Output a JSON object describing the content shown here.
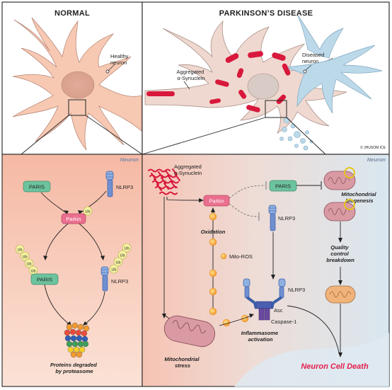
{
  "panels": {
    "normal_title": "NORMAL",
    "pd_title": "PARKINSON’S DISEASE",
    "corner_left": "Neuron",
    "corner_right": "Neuron"
  },
  "top": {
    "healthy_neuron": [
      "Healthy",
      "neuron"
    ],
    "diseased_neuron": [
      "Diseased",
      "neuron"
    ],
    "aggregated": [
      "Aggregated",
      "α-Synuclein"
    ],
    "signature": [
      "© JHUSOM ICE"
    ]
  },
  "left": {
    "paris": "PARIS",
    "nlrp3": "NLRP3",
    "parkin": "Parkin",
    "ub": "Ub",
    "paris2": "PARIS",
    "nlrp3_2": "NLRP3",
    "proteins": [
      "Proteins degraded",
      "by proteasome"
    ]
  },
  "right": {
    "aggregated": [
      "Aggregated",
      "α-Synuclein"
    ],
    "parkin": "Parkin",
    "paris": "PARIS",
    "nlrp3": "NLRP3",
    "nlrp3_2": "NLRP3",
    "mito_biogenesis": [
      "Mitochondrial",
      "biogenesis"
    ],
    "quality": [
      "Quality",
      "control",
      "breakdown"
    ],
    "oxidation": "Oxidation",
    "mito_ros": "Mito-ROS",
    "asc": "Asc",
    "caspase": "Caspase-1",
    "inflammasome": [
      "Inflammasome",
      "activation"
    ],
    "mito_stress": [
      "Mitochondrial",
      "stress"
    ],
    "death": "Neuron Cell Death"
  },
  "colors": {
    "neuron_normal": "#f7c9b3",
    "neuron_pd": "#efd8cf",
    "dendrite_blue": "#bcd9ea",
    "asyn_red": "#d8183c",
    "parkin_pink": "#ea6f8e",
    "paris_green": "#6cc39d",
    "nlrp3_blue": "#6f8fd0",
    "ub_yellow": "#f5f2a2",
    "mito_pink": "#d99aa4",
    "mito_orange": "#f0b47a",
    "ros_orange": "#f5a135",
    "death_red": "#e1204c"
  }
}
